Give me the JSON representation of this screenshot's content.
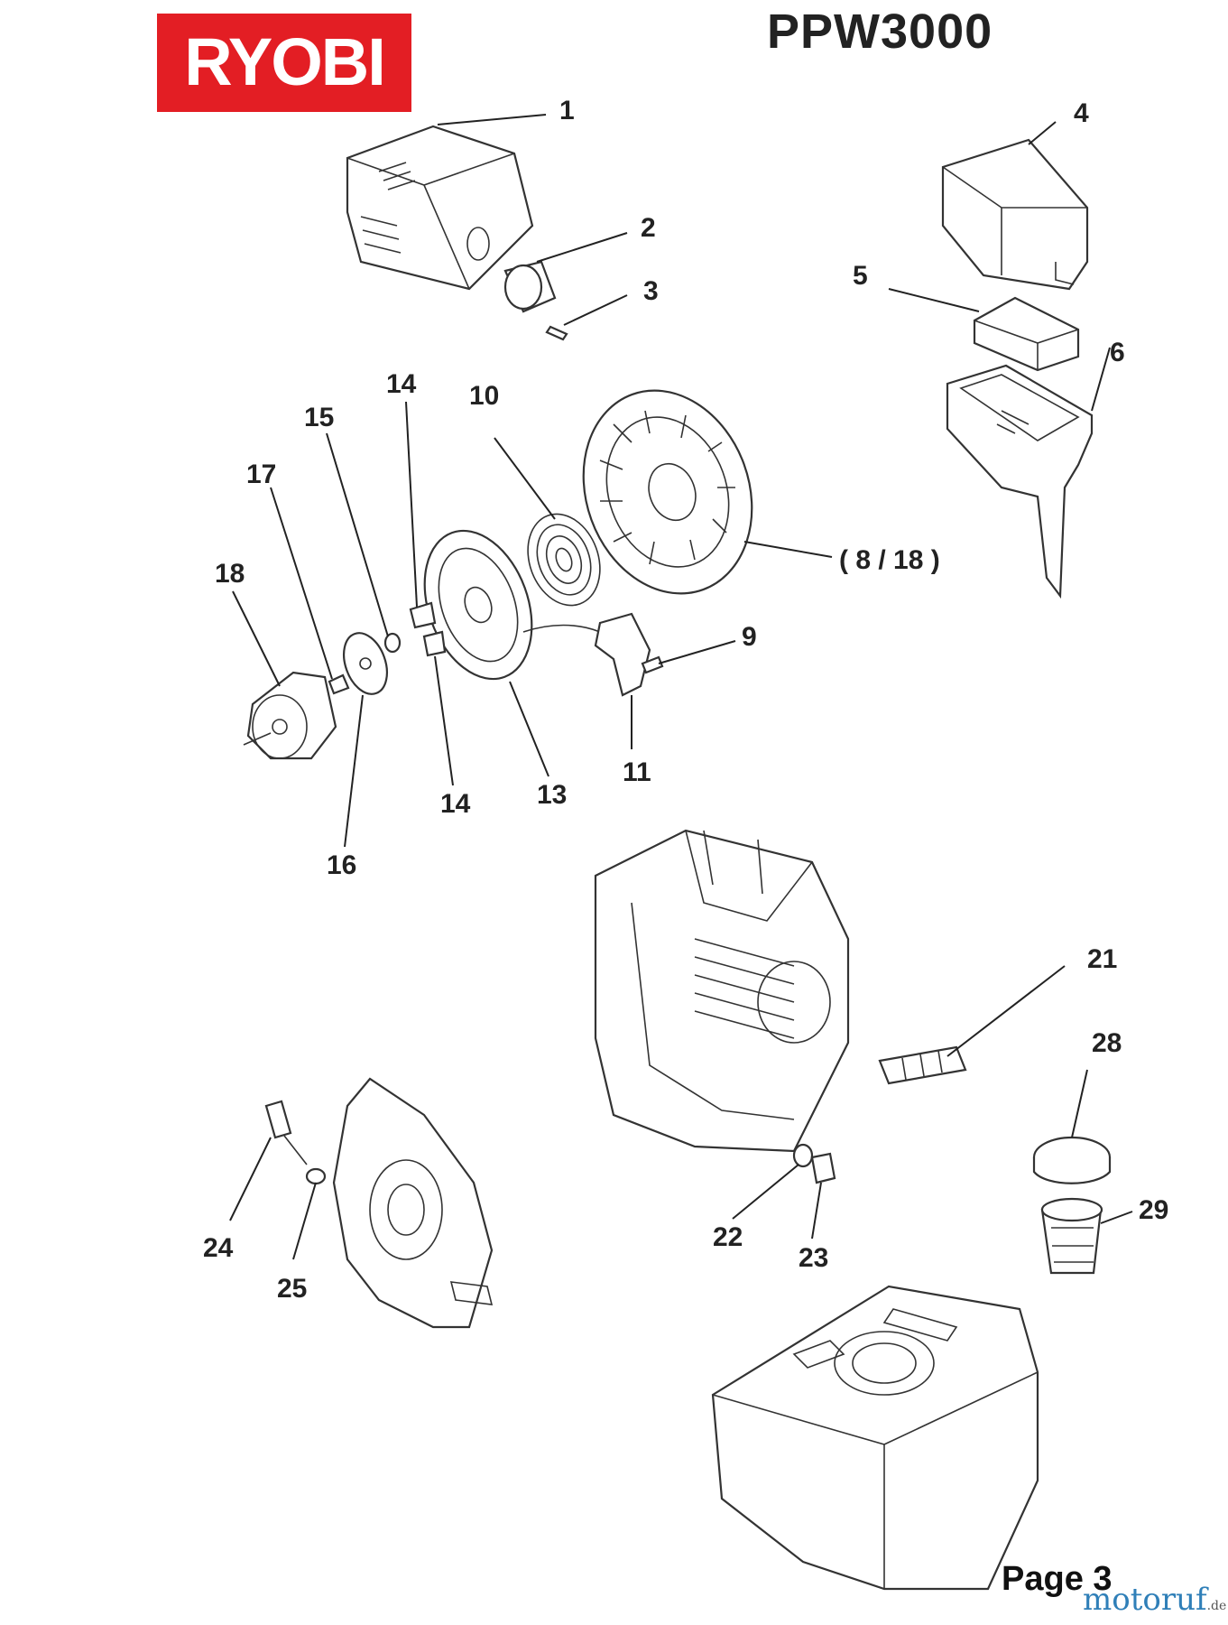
{
  "brand": {
    "logo_text": "RYOBI",
    "color": "#e31e24"
  },
  "model": "PPW3000",
  "page_label": "Page 3",
  "watermark": {
    "name": "motoruf",
    "tld": ".de"
  },
  "callouts": [
    {
      "id": "c1",
      "text": "1"
    },
    {
      "id": "c2",
      "text": "2"
    },
    {
      "id": "c3",
      "text": "3"
    },
    {
      "id": "c4",
      "text": "4"
    },
    {
      "id": "c5",
      "text": "5"
    },
    {
      "id": "c6",
      "text": "6"
    },
    {
      "id": "c8_18",
      "text": "( 8 / 18 )"
    },
    {
      "id": "c9",
      "text": "9"
    },
    {
      "id": "c10",
      "text": "10"
    },
    {
      "id": "c11",
      "text": "11"
    },
    {
      "id": "c13",
      "text": "13"
    },
    {
      "id": "c14a",
      "text": "14"
    },
    {
      "id": "c14b",
      "text": "14"
    },
    {
      "id": "c15",
      "text": "15"
    },
    {
      "id": "c16",
      "text": "16"
    },
    {
      "id": "c17",
      "text": "17"
    },
    {
      "id": "c18",
      "text": "18"
    },
    {
      "id": "c21",
      "text": "21"
    },
    {
      "id": "c22",
      "text": "22"
    },
    {
      "id": "c23",
      "text": "23"
    },
    {
      "id": "c24",
      "text": "24"
    },
    {
      "id": "c25",
      "text": "25"
    },
    {
      "id": "c28",
      "text": "28"
    },
    {
      "id": "c29",
      "text": "29"
    }
  ]
}
